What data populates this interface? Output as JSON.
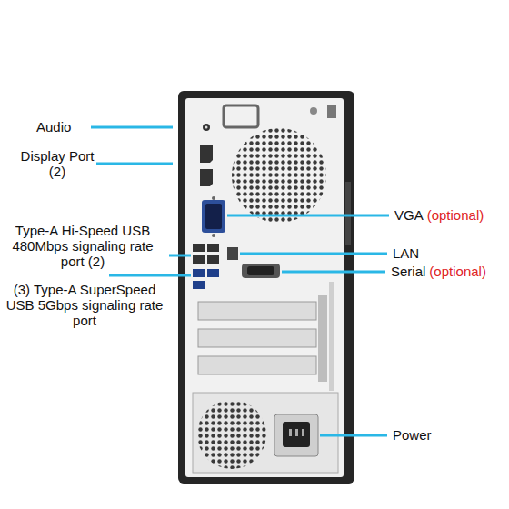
{
  "diagram": {
    "labels": [
      "Audio",
      "Display Port (2)",
      "Type-A Hi-Speed USB 480Mbps signaling rate port (2)",
      "(3) Type-A SuperSpeed USB 5Gbps signaling rate port",
      "VGA",
      "(optional)",
      "LAN",
      "Serial",
      "(optional)",
      "Power"
    ]
  }
}
